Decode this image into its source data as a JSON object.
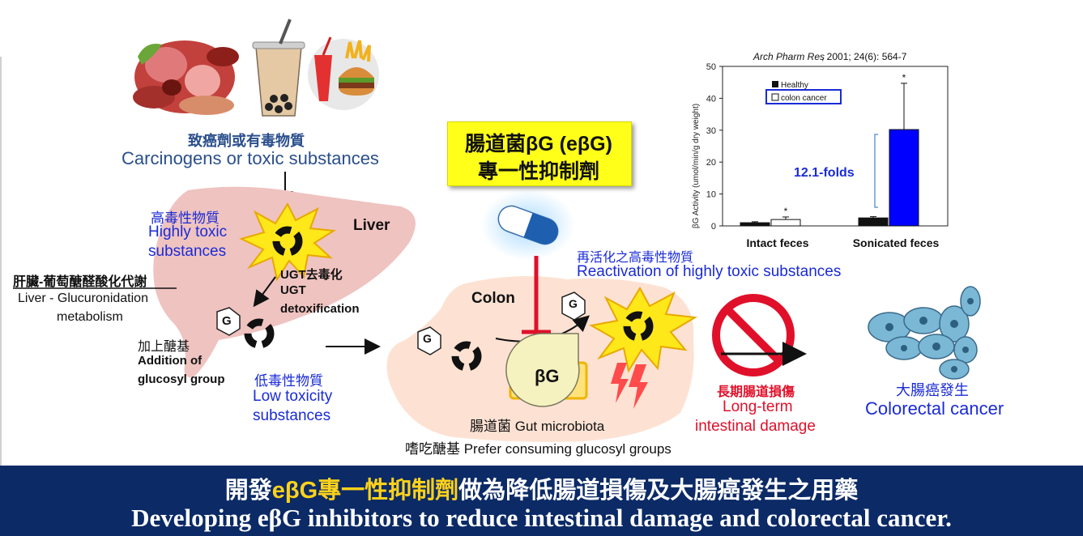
{
  "food": {
    "label_zh": "致癌劑或有毒物質",
    "label_en": "Carcinogens or toxic substances"
  },
  "liver": {
    "label": "Liver",
    "highly_toxic_zh": "高毒性物質",
    "highly_toxic_en1": "Highly toxic",
    "highly_toxic_en2": "substances",
    "ugt_zh": "UGT去毒化",
    "ugt_en1": "UGT",
    "ugt_en2": "detoxification",
    "glucuronidation_zh": "肝臟-葡萄醣醛酸化代謝",
    "glucuronidation_en1": "Liver - Glucuronidation",
    "glucuronidation_en2": "metabolism",
    "addition_zh": "加上醣基",
    "addition_en1": "Addition of",
    "addition_en2": "glucosyl group",
    "low_toxic_zh": "低毒性物質",
    "low_toxic_en1": "Low toxicity",
    "low_toxic_en2": "substances",
    "g_label": "G"
  },
  "inhibitor": {
    "line1": "腸道菌βG (eβG)",
    "line2": "專一性抑制劑"
  },
  "colon": {
    "label": "Colon",
    "bg_label": "βG",
    "g_label": "G",
    "microbiota": "腸道菌 Gut microbiota",
    "prefer": "嗜吃醣基 Prefer consuming glucosyl groups",
    "reactivation_zh": "再活化之高毒性物質",
    "reactivation_en": "Reactivation of highly toxic substances"
  },
  "damage": {
    "zh": "長期腸道損傷",
    "en1": "Long-term",
    "en2": "intestinal damage"
  },
  "cancer": {
    "zh": "大腸癌發生",
    "en": "Colorectal cancer"
  },
  "banner": {
    "zh_pre": "開發",
    "zh_highlight": "eβG專一性抑制劑",
    "zh_post": "做為降低腸道損傷及大腸癌發生之用藥",
    "en": "Developing eβG inhibitors to reduce intestinal damage and colorectal cancer."
  },
  "chart_data": {
    "type": "bar",
    "citation_journal": "Arch Pharm Res",
    "citation_rest": ", 2001; 24(6): 564-7",
    "ylabel": "βG Activity (umol/min/g dry weight)",
    "ylim": [
      0,
      50
    ],
    "yticks": [
      0,
      10,
      20,
      30,
      40,
      50
    ],
    "categories": [
      "Intact feces",
      "Sonicated feces"
    ],
    "series": [
      {
        "name": "Healthy",
        "values": [
          1.0,
          2.5
        ],
        "errors": [
          0.3,
          0.4
        ],
        "color": "#111111"
      },
      {
        "name": "colon cancer",
        "values": [
          2.0,
          30.2
        ],
        "errors": [
          0.8,
          14.5
        ],
        "color": "#0000ff"
      }
    ],
    "asterisk": "*",
    "annotation": "12.1-folds"
  }
}
